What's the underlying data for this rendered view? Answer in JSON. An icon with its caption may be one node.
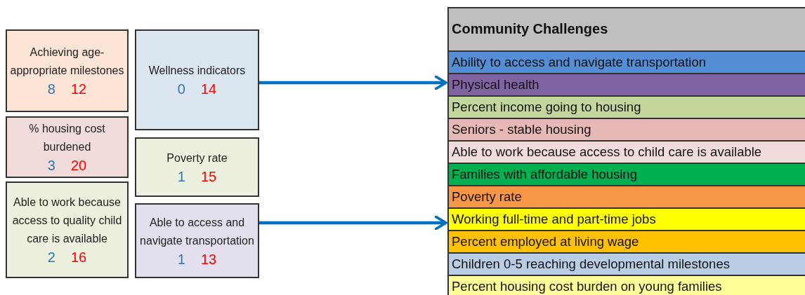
{
  "diagram": {
    "nodes": [
      {
        "text": [
          "Achieving age-appropriate milestones",
          "8",
          "12"
        ]
      },
      {
        "text": [
          "Wellness indicators",
          "0",
          "14"
        ]
      },
      {
        "text": [
          "% housing cost burdened",
          "3",
          "20"
        ]
      },
      {
        "text": [
          "Poverty rate",
          "1",
          "15"
        ]
      },
      {
        "text": [
          "Able to work because access to quality child care is available",
          "2",
          "16"
        ]
      },
      {
        "text": [
          "Able to access and navigate transportation",
          "1",
          "13"
        ]
      },
      {
        "text": [
          "Community Challenges"
        ]
      },
      {
        "text": [
          "Ability to access and navigate transportation"
        ],
        "in": 6
      },
      {
        "text": [
          "Physical health"
        ],
        "in": 6
      },
      {
        "text": [
          "Percent income going to housing"
        ],
        "in": 6
      },
      {
        "text": [
          "Seniors - stable housing"
        ],
        "in": 6
      },
      {
        "text": [
          "Able to work because access to child care is available"
        ],
        "in": 6
      },
      {
        "text": [
          "Families with affordable housing"
        ],
        "in": 6
      },
      {
        "text": [
          "Poverty rate"
        ],
        "in": 6
      },
      {
        "text": [
          "Working full-time and part-time jobs"
        ],
        "in": 6
      },
      {
        "text": [
          "Percent employed at living wage"
        ],
        "in": 6
      },
      {
        "text": [
          "Children 0-5 reaching developmental milestones"
        ],
        "in": 6
      },
      {
        "text": [
          "Percent housing cost burden on young families"
        ],
        "in": 6
      }
    ],
    "edges": [
      {
        "from": 1,
        "to": 6,
        "arrow": "to"
      },
      {
        "from": 5,
        "to": 6,
        "arrow": "to"
      }
    ]
  }
}
